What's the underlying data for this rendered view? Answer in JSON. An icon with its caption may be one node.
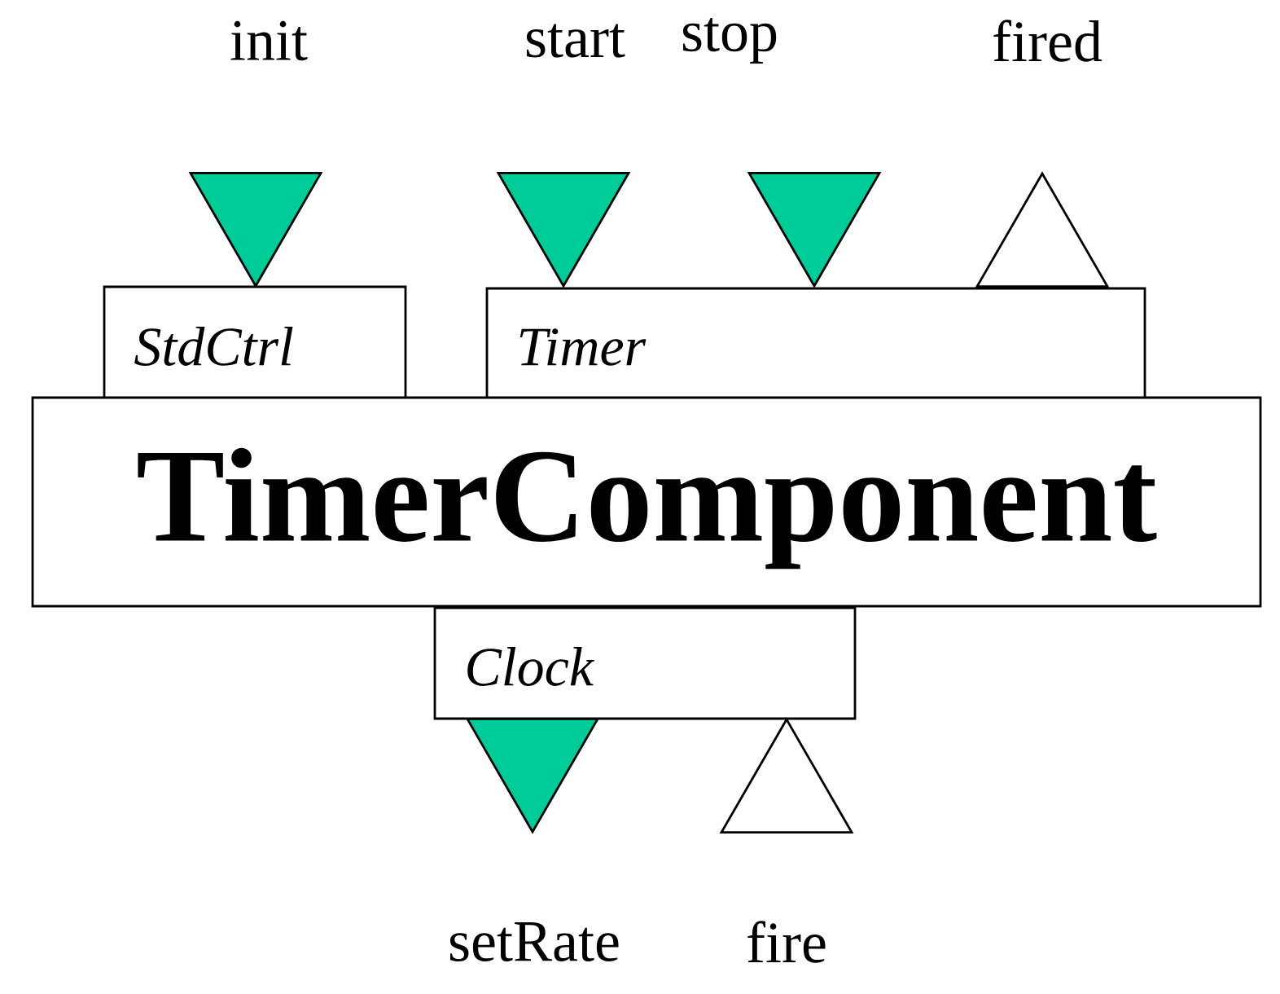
{
  "diagram": {
    "nodes": [
      {
        "text": [],
        "shape": "triangle",
        "beside": [
          "init"
        ]
      },
      {
        "text": [],
        "shape": "triangle",
        "beside": [
          "start"
        ]
      },
      {
        "text": [],
        "shape": "triangle",
        "beside": [
          "stop"
        ]
      },
      {
        "text": [],
        "shape": "triangle",
        "beside": [
          "fired"
        ]
      },
      {
        "text": [
          "StdCtrl"
        ]
      },
      {
        "text": [
          "Timer"
        ]
      },
      {
        "text": [
          "TimerComponent"
        ]
      },
      {
        "text": [
          "Clock"
        ]
      },
      {
        "text": [],
        "shape": "triangle",
        "beside": [
          "setRate"
        ]
      },
      {
        "text": [],
        "shape": "triangle",
        "beside": [
          "fire"
        ]
      }
    ]
  }
}
